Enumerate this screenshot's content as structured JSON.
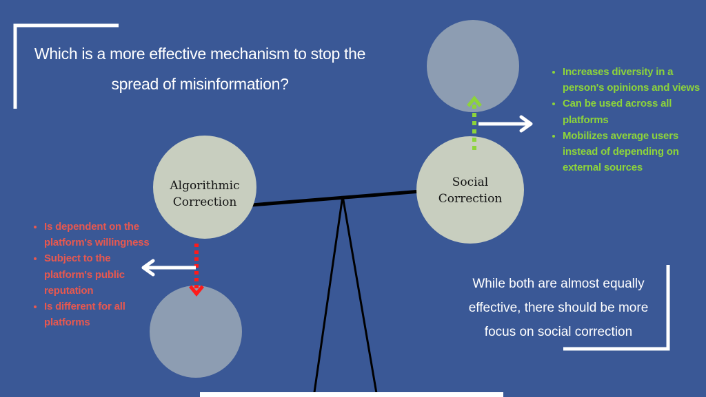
{
  "title": "Which is a more effective mechanism to stop the spread of misinformation?",
  "left": {
    "label_line1": "Algorithmic",
    "label_line2": "Correction",
    "points": [
      "Is dependent on the platform's willingness",
      "Subject to the platform's public reputation",
      "Is different for all platforms"
    ]
  },
  "right": {
    "label_line1": "Social",
    "label_line2": "Correction",
    "points": [
      "Increases diversity in a person's opinions and views",
      "Can be used across all platforms",
      "Mobilizes average users instead of depending on external sources"
    ]
  },
  "conclusion": "While both are almost equally effective, there should be more focus on social correction",
  "colors": {
    "background": "#3a5896",
    "con": "#e8584f",
    "pro": "#8dd43a",
    "circle": "#c8cebf",
    "ghost": "#8d9db2"
  }
}
